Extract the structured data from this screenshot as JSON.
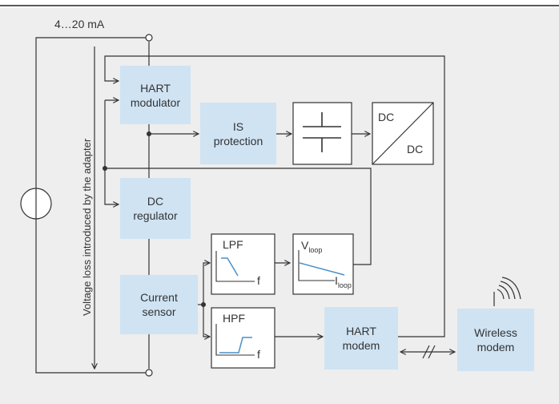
{
  "labels": {
    "current_range": "4…20 mA",
    "voltage_loss": "Voltage loss introduced by the adapter"
  },
  "blocks": {
    "hart_modulator": [
      "HART",
      "modulator"
    ],
    "is_protection": [
      "IS",
      "protection"
    ],
    "dc_dc": [
      "DC",
      "DC"
    ],
    "dc_regulator": [
      "DC",
      "regulator"
    ],
    "current_sensor": [
      "Current",
      "sensor"
    ],
    "lpf": "LPF",
    "hpf": "HPF",
    "filter_axis": "f",
    "vloop": {
      "base": "V",
      "sub": "loop"
    },
    "iloop": {
      "base": "I",
      "sub": "loop"
    },
    "hart_modem": [
      "HART",
      "modem"
    ],
    "wireless_modem": [
      "Wireless",
      "modem"
    ]
  },
  "colors": {
    "block_fill": "#cfe3f3",
    "panel_fill": "#eeeeee",
    "line": "#333333"
  }
}
